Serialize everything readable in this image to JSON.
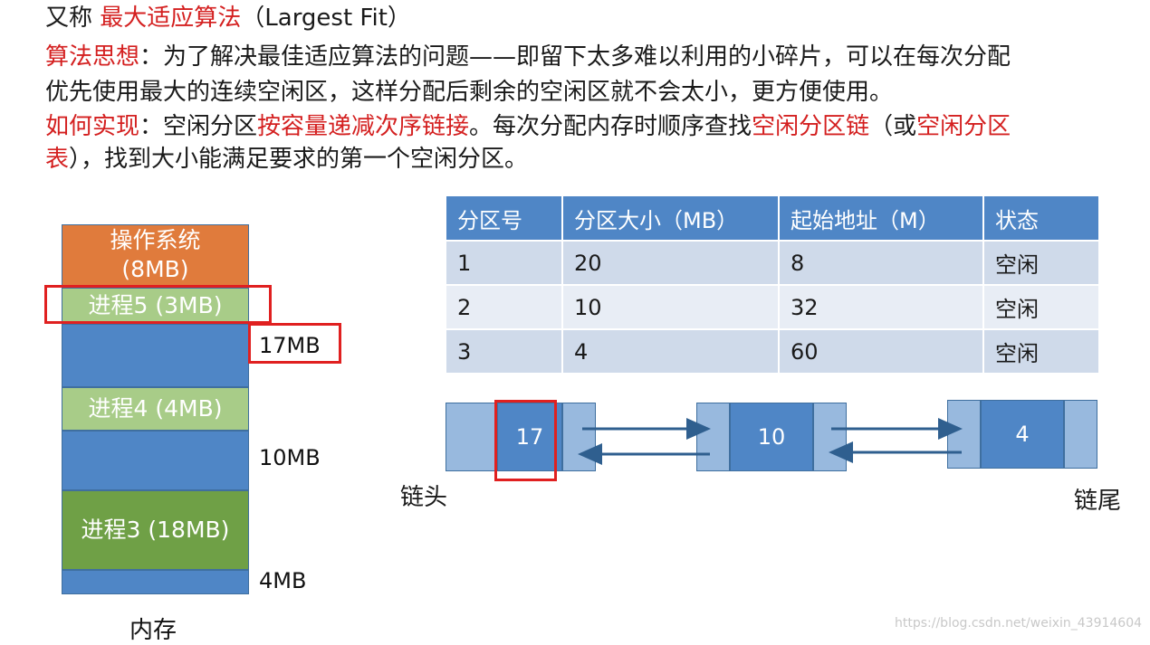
{
  "header": {
    "line1": {
      "prefix": "又称 ",
      "red": "最大适应算法",
      "suffix": "（Largest Fit）"
    },
    "line2": {
      "red": "算法思想",
      "text": "：为了解决最佳适应算法的问题——即留下太多难以利用的小碎片，可以在每次分配"
    },
    "line3": {
      "text": "优先使用最大的连续空闲区，这样分配后剩余的空闲区就不会太小，更方便使用。"
    },
    "line4": {
      "red1": "如何实现",
      "text1": "：空闲分区",
      "red2": "按容量递减次序链接",
      "text2": "。每次分配内存时顺序查找",
      "red3": "空闲分区链",
      "text3": "（或",
      "red4": "空闲分区"
    },
    "line5": {
      "red": "表",
      "text": "），找到大小能满足要求的第一个空闲分区。"
    }
  },
  "memory": {
    "blocks": [
      {
        "label": "操作系统",
        "sub": "(8MB)",
        "color": "#e07b3c"
      },
      {
        "label": "进程5 (3MB)",
        "color": "#a8cc88"
      },
      {
        "label": "",
        "color": "#4f86c6"
      },
      {
        "label": "进程4 (4MB)",
        "color": "#a8cc88"
      },
      {
        "label": "",
        "color": "#4f86c6"
      },
      {
        "label": "进程3 (18MB)",
        "color": "#6fa046"
      },
      {
        "label": "",
        "color": "#4f86c6"
      }
    ],
    "free_labels": [
      "17MB",
      "10MB",
      "4MB"
    ],
    "caption": "内存"
  },
  "table": {
    "headers": [
      "分区号",
      "分区大小（MB）",
      "起始地址（M）",
      "状态"
    ],
    "rows": [
      [
        "1",
        "20",
        "8",
        "空闲"
      ],
      [
        "2",
        "10",
        "32",
        "空闲"
      ],
      [
        "3",
        "4",
        "60",
        "空闲"
      ]
    ]
  },
  "linked_list": {
    "nodes": [
      "17",
      "10",
      "4"
    ],
    "head_label": "链头",
    "tail_label": "链尾"
  },
  "watermark": "https://blog.csdn.net/weixin_43914604",
  "colors": {
    "accent_red": "#d42020",
    "blue": "#4f86c6",
    "light_blue": "#98b9de",
    "orange": "#e07b3c",
    "green_light": "#a8cc88",
    "green_dark": "#6fa046"
  }
}
